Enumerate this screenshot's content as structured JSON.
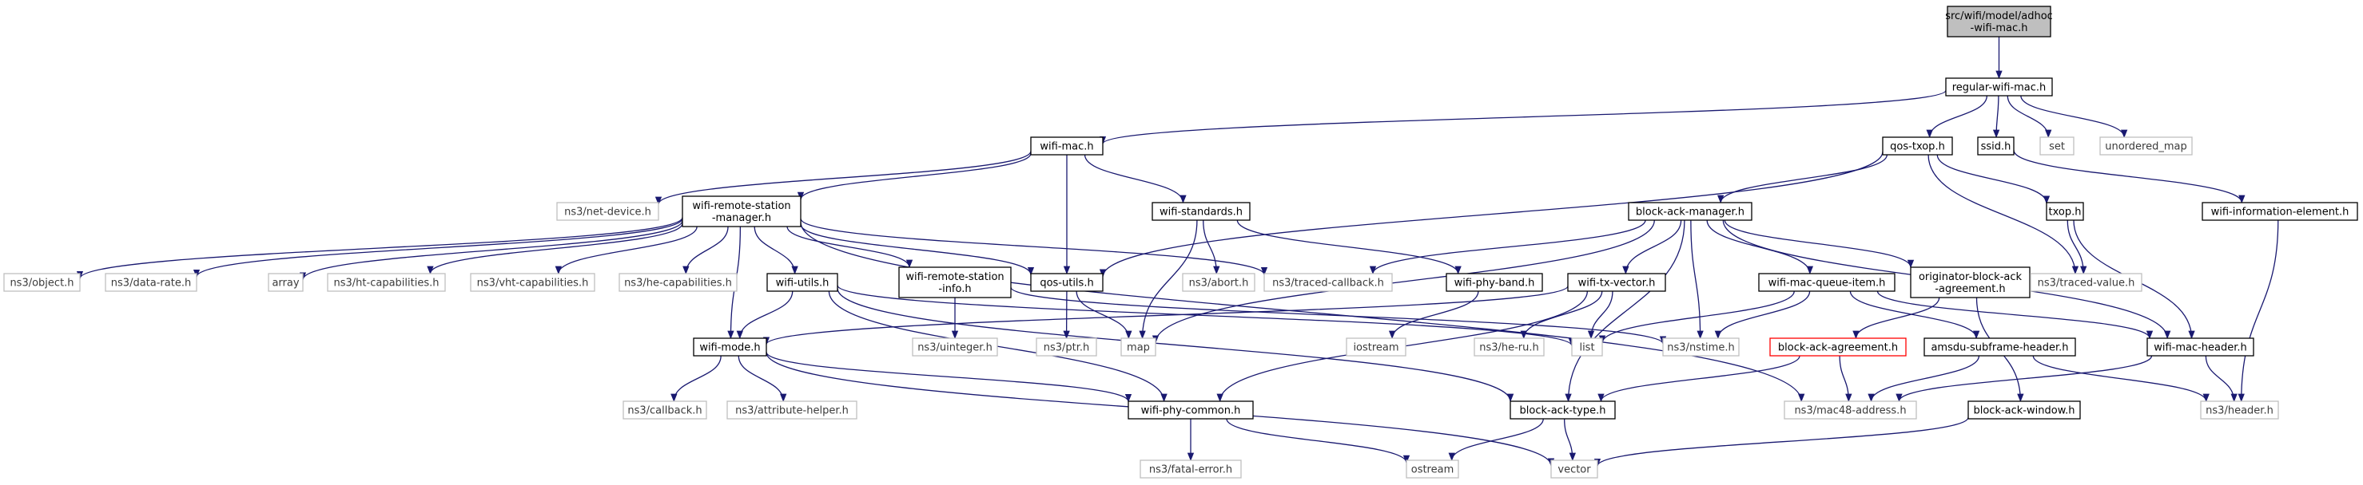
{
  "colors": {
    "edge": "#191970",
    "root_fill": "#bfbfbf",
    "node_border": "#000000",
    "external_border": "#bfbfbf",
    "external_text": "#3a3a3a",
    "error_border": "#ff0000",
    "text": "#000000"
  },
  "nodes": [
    {
      "id": "root",
      "lines": [
        "src/wifi/model/adhoc",
        "-wifi-mac.h"
      ],
      "kind": "root"
    },
    {
      "id": "regular",
      "lines": [
        "regular-wifi-mac.h"
      ],
      "kind": "local"
    },
    {
      "id": "wifimac",
      "lines": [
        "wifi-mac.h"
      ],
      "kind": "local"
    },
    {
      "id": "qostxop",
      "lines": [
        "qos-txop.h"
      ],
      "kind": "local"
    },
    {
      "id": "ssid",
      "lines": [
        "ssid.h"
      ],
      "kind": "local"
    },
    {
      "id": "set",
      "lines": [
        "set"
      ],
      "kind": "external"
    },
    {
      "id": "umap",
      "lines": [
        "unordered_map"
      ],
      "kind": "external"
    },
    {
      "id": "netdevice",
      "lines": [
        "ns3/net-device.h"
      ],
      "kind": "external"
    },
    {
      "id": "wrsm",
      "lines": [
        "wifi-remote-station",
        "-manager.h"
      ],
      "kind": "local"
    },
    {
      "id": "wstd",
      "lines": [
        "wifi-standards.h"
      ],
      "kind": "local"
    },
    {
      "id": "bam",
      "lines": [
        "block-ack-manager.h"
      ],
      "kind": "local"
    },
    {
      "id": "txop",
      "lines": [
        "txop.h"
      ],
      "kind": "local"
    },
    {
      "id": "wie",
      "lines": [
        "wifi-information-element.h"
      ],
      "kind": "local"
    },
    {
      "id": "object",
      "lines": [
        "ns3/object.h"
      ],
      "kind": "external"
    },
    {
      "id": "datarate",
      "lines": [
        "ns3/data-rate.h"
      ],
      "kind": "external"
    },
    {
      "id": "array",
      "lines": [
        "array"
      ],
      "kind": "external"
    },
    {
      "id": "htcap",
      "lines": [
        "ns3/ht-capabilities.h"
      ],
      "kind": "external"
    },
    {
      "id": "vhtcap",
      "lines": [
        "ns3/vht-capabilities.h"
      ],
      "kind": "external"
    },
    {
      "id": "hecap",
      "lines": [
        "ns3/he-capabilities.h"
      ],
      "kind": "external"
    },
    {
      "id": "wutils",
      "lines": [
        "wifi-utils.h"
      ],
      "kind": "local"
    },
    {
      "id": "wrsi",
      "lines": [
        "wifi-remote-station",
        "-info.h"
      ],
      "kind": "local"
    },
    {
      "id": "qosutils",
      "lines": [
        "qos-utils.h"
      ],
      "kind": "local"
    },
    {
      "id": "abort",
      "lines": [
        "ns3/abort.h"
      ],
      "kind": "external"
    },
    {
      "id": "tracedcb",
      "lines": [
        "ns3/traced-callback.h"
      ],
      "kind": "external"
    },
    {
      "id": "wpband",
      "lines": [
        "wifi-phy-band.h"
      ],
      "kind": "local"
    },
    {
      "id": "wtxv",
      "lines": [
        "wifi-tx-vector.h"
      ],
      "kind": "local"
    },
    {
      "id": "wmqi",
      "lines": [
        "wifi-mac-queue-item.h"
      ],
      "kind": "local"
    },
    {
      "id": "obaa",
      "lines": [
        "originator-block-ack",
        "-agreement.h"
      ],
      "kind": "local"
    },
    {
      "id": "tracedval",
      "lines": [
        "ns3/traced-value.h"
      ],
      "kind": "external"
    },
    {
      "id": "wmode",
      "lines": [
        "wifi-mode.h"
      ],
      "kind": "local"
    },
    {
      "id": "uinteger",
      "lines": [
        "ns3/uinteger.h"
      ],
      "kind": "external"
    },
    {
      "id": "ptr",
      "lines": [
        "ns3/ptr.h"
      ],
      "kind": "external"
    },
    {
      "id": "map",
      "lines": [
        "map"
      ],
      "kind": "external"
    },
    {
      "id": "iostream",
      "lines": [
        "iostream"
      ],
      "kind": "external"
    },
    {
      "id": "heru",
      "lines": [
        "ns3/he-ru.h"
      ],
      "kind": "external"
    },
    {
      "id": "list",
      "lines": [
        "list"
      ],
      "kind": "external"
    },
    {
      "id": "nstime",
      "lines": [
        "ns3/nstime.h"
      ],
      "kind": "external"
    },
    {
      "id": "baa",
      "lines": [
        "block-ack-agreement.h"
      ],
      "kind": "error"
    },
    {
      "id": "amsdu",
      "lines": [
        "amsdu-subframe-header.h"
      ],
      "kind": "local"
    },
    {
      "id": "wmh",
      "lines": [
        "wifi-mac-header.h"
      ],
      "kind": "local"
    },
    {
      "id": "callback",
      "lines": [
        "ns3/callback.h"
      ],
      "kind": "external"
    },
    {
      "id": "attrhelper",
      "lines": [
        "ns3/attribute-helper.h"
      ],
      "kind": "external"
    },
    {
      "id": "wpcommon",
      "lines": [
        "wifi-phy-common.h"
      ],
      "kind": "local"
    },
    {
      "id": "batype",
      "lines": [
        "block-ack-type.h"
      ],
      "kind": "local"
    },
    {
      "id": "mac48",
      "lines": [
        "ns3/mac48-address.h"
      ],
      "kind": "external"
    },
    {
      "id": "baw",
      "lines": [
        "block-ack-window.h"
      ],
      "kind": "local"
    },
    {
      "id": "header",
      "lines": [
        "ns3/header.h"
      ],
      "kind": "external"
    },
    {
      "id": "fatal",
      "lines": [
        "ns3/fatal-error.h"
      ],
      "kind": "external"
    },
    {
      "id": "ostream",
      "lines": [
        "ostream"
      ],
      "kind": "external"
    },
    {
      "id": "vector",
      "lines": [
        "vector"
      ],
      "kind": "external"
    }
  ],
  "edges": [
    [
      "root",
      "regular"
    ],
    [
      "regular",
      "wifimac"
    ],
    [
      "regular",
      "qostxop"
    ],
    [
      "regular",
      "ssid"
    ],
    [
      "regular",
      "set"
    ],
    [
      "regular",
      "umap"
    ],
    [
      "wifimac",
      "netdevice"
    ],
    [
      "wifimac",
      "wrsm"
    ],
    [
      "wifimac",
      "wstd"
    ],
    [
      "wifimac",
      "qosutils"
    ],
    [
      "qostxop",
      "bam"
    ],
    [
      "qostxop",
      "txop"
    ],
    [
      "qostxop",
      "qosutils"
    ],
    [
      "qostxop",
      "tracedval"
    ],
    [
      "ssid",
      "wie"
    ],
    [
      "wrsm",
      "object"
    ],
    [
      "wrsm",
      "datarate"
    ],
    [
      "wrsm",
      "array"
    ],
    [
      "wrsm",
      "htcap"
    ],
    [
      "wrsm",
      "vhtcap"
    ],
    [
      "wrsm",
      "hecap"
    ],
    [
      "wrsm",
      "wutils"
    ],
    [
      "wrsm",
      "wrsi"
    ],
    [
      "wrsm",
      "qosutils"
    ],
    [
      "wrsm",
      "tracedcb"
    ],
    [
      "wrsm",
      "wmode"
    ],
    [
      "wrsm",
      "mac48"
    ],
    [
      "wstd",
      "abort"
    ],
    [
      "wstd",
      "wpband"
    ],
    [
      "wstd",
      "map"
    ],
    [
      "bam",
      "tracedcb"
    ],
    [
      "bam",
      "wtxv"
    ],
    [
      "bam",
      "wmqi"
    ],
    [
      "bam",
      "obaa"
    ],
    [
      "bam",
      "nstime"
    ],
    [
      "bam",
      "map"
    ],
    [
      "bam",
      "batype"
    ],
    [
      "bam",
      "wmh"
    ],
    [
      "txop",
      "tracedval"
    ],
    [
      "txop",
      "wmh"
    ],
    [
      "wie",
      "header"
    ],
    [
      "wutils",
      "wmode"
    ],
    [
      "wutils",
      "list"
    ],
    [
      "wutils",
      "wpcommon"
    ],
    [
      "wutils",
      "batype"
    ],
    [
      "wrsi",
      "uinteger"
    ],
    [
      "wrsi",
      "nstime"
    ],
    [
      "qosutils",
      "ptr"
    ],
    [
      "qosutils",
      "map"
    ],
    [
      "wpband",
      "iostream"
    ],
    [
      "wtxv",
      "wmode"
    ],
    [
      "wtxv",
      "heru"
    ],
    [
      "wtxv",
      "list"
    ],
    [
      "wtxv",
      "wpcommon"
    ],
    [
      "wmqi",
      "list"
    ],
    [
      "wmqi",
      "nstime"
    ],
    [
      "wmqi",
      "amsdu"
    ],
    [
      "wmqi",
      "wmh"
    ],
    [
      "obaa",
      "baa"
    ],
    [
      "obaa",
      "baw"
    ],
    [
      "baa",
      "mac48"
    ],
    [
      "baa",
      "batype"
    ],
    [
      "amsdu",
      "mac48"
    ],
    [
      "amsdu",
      "header"
    ],
    [
      "wmh",
      "mac48"
    ],
    [
      "wmh",
      "header"
    ],
    [
      "wmode",
      "callback"
    ],
    [
      "wmode",
      "attrhelper"
    ],
    [
      "wmode",
      "wpcommon"
    ],
    [
      "wmode",
      "vector"
    ],
    [
      "wpcommon",
      "fatal"
    ],
    [
      "wpcommon",
      "ostream"
    ],
    [
      "batype",
      "ostream"
    ],
    [
      "batype",
      "vector"
    ],
    [
      "baw",
      "vector"
    ]
  ]
}
